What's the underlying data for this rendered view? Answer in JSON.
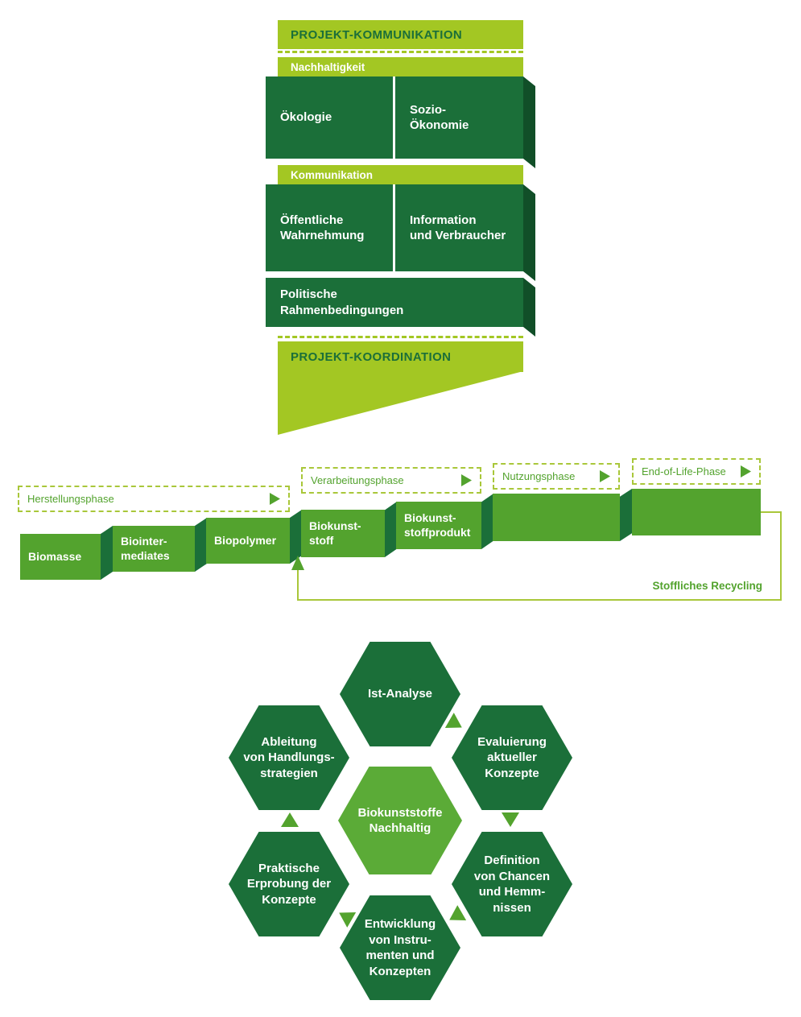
{
  "colors": {
    "lime": "#a3c723",
    "mid_green": "#53a32e",
    "dark_green": "#1b6f39",
    "fold": "#114f28",
    "hex_center": "#5bab37"
  },
  "project_chart": {
    "top_banner": "PROJEKT-KOMMUNIKATION",
    "sections": [
      {
        "header": "Nachhaltigkeit",
        "left_box": "Ökologie",
        "right_box": "Sozio-\nÖkonomie"
      },
      {
        "header": "Kommunikation",
        "left_box": "Öffentliche\nWahrnehmung",
        "right_box": "Information\nund Verbraucher"
      }
    ],
    "full_box": "Politische\nRahmenbedingungen",
    "bottom_banner": "PROJEKT-KOORDINATION"
  },
  "value_chain": {
    "phases": [
      "Herstellungsphase",
      "Verarbeitungsphase",
      "Nutzungsphase",
      "End-of-Life-Phase"
    ],
    "steps": [
      "Biomasse",
      "Biointer-\nmediates",
      "Biopolymer",
      "Biokunst-\nstoff",
      "Biokunst-\nstoffprodukt"
    ],
    "recycling_label": "Stoffliches Recycling"
  },
  "hex_cycle": {
    "center": "Biokunststoffe\nNachhaltig",
    "nodes": [
      "Ist-Analyse",
      "Evaluierung\naktueller\nKonzepte",
      "Definition\nvon Chancen\nund Hemm-\nnissen",
      "Entwicklung\nvon Instru-\nmenten und\nKonzepten",
      "Praktische\nErprobung der\nKonzepte",
      "Ableitung\nvon Handlungs-\nstrategien"
    ]
  }
}
